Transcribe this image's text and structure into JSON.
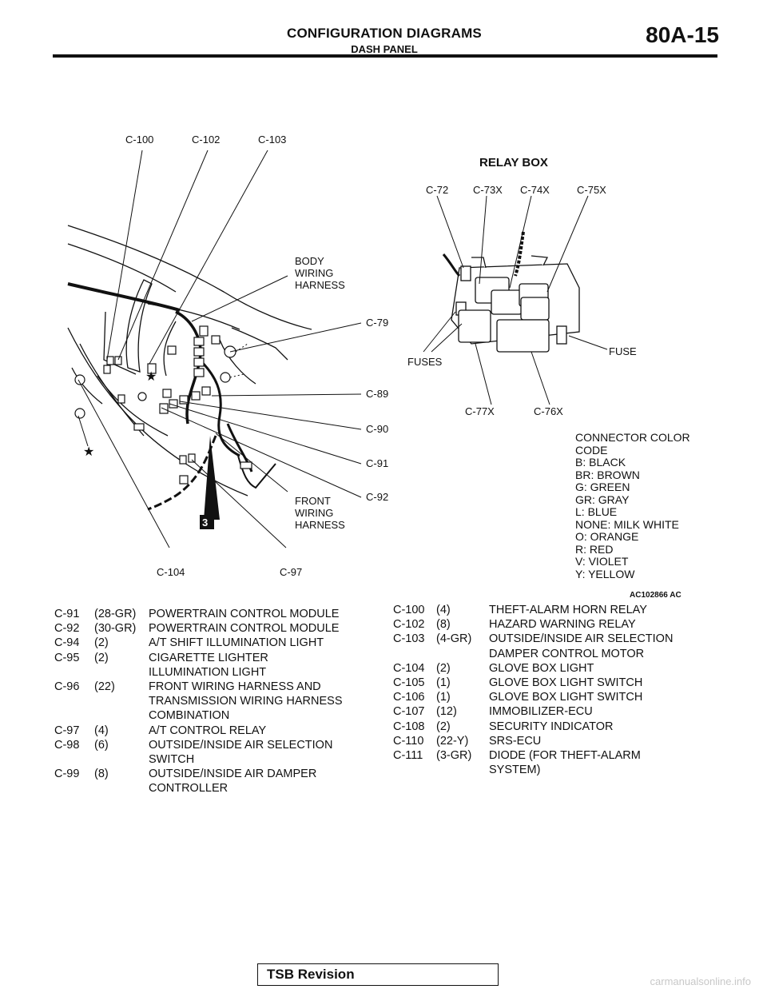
{
  "header": {
    "title": "CONFIGURATION DIAGRAMS",
    "subtitle": "DASH PANEL",
    "page_number": "80A-15"
  },
  "diagram": {
    "left_labels": {
      "c100": "C-100",
      "c102": "C-102",
      "c103": "C-103",
      "body_wiring_harness": [
        "BODY",
        "WIRING",
        "HARNESS"
      ],
      "c79": "C-79",
      "c89": "C-89",
      "c90": "C-90",
      "c91": "C-91",
      "c92": "C-92",
      "front_wiring_harness": [
        "FRONT",
        "WIRING",
        "HARNESS"
      ],
      "c104": "C-104",
      "c97": "C-97",
      "marker": "3"
    },
    "relay_box": {
      "title": "RELAY BOX",
      "c72": "C-72",
      "c73x": "C-73X",
      "c74x": "C-74X",
      "c75x": "C-75X",
      "fuses": "FUSES",
      "fuse": "FUSE",
      "c77x": "C-77X",
      "c76x": "C-76X"
    },
    "figure_id": "AC102866 AC"
  },
  "color_code": {
    "lines": [
      "CONNECTOR COLOR",
      "CODE",
      "B: BLACK",
      "BR: BROWN",
      "G: GREEN",
      "GR: GRAY",
      "L: BLUE",
      "NONE: MILK WHITE",
      "O: ORANGE",
      "R: RED",
      "V: VIOLET",
      "Y: YELLOW"
    ]
  },
  "connectors_left": [
    {
      "id": "C-91",
      "pins": "(28-GR)",
      "desc": [
        "POWERTRAIN CONTROL MODULE"
      ]
    },
    {
      "id": "C-92",
      "pins": "(30-GR)",
      "desc": [
        "POWERTRAIN CONTROL MODULE"
      ]
    },
    {
      "id": "C-94",
      "pins": "(2)",
      "desc": [
        "A/T SHIFT ILLUMINATION LIGHT"
      ]
    },
    {
      "id": "C-95",
      "pins": "(2)",
      "desc": [
        "CIGARETTE LIGHTER",
        "ILLUMINATION LIGHT"
      ]
    },
    {
      "id": "C-96",
      "pins": "(22)",
      "desc": [
        "FRONT WIRING HARNESS AND",
        "TRANSMISSION WIRING HARNESS",
        "COMBINATION"
      ]
    },
    {
      "id": "C-97",
      "pins": "(4)",
      "desc": [
        "A/T CONTROL RELAY"
      ]
    },
    {
      "id": "C-98",
      "pins": "(6)",
      "desc": [
        "OUTSIDE/INSIDE AIR SELECTION",
        "SWITCH"
      ]
    },
    {
      "id": "C-99",
      "pins": "(8)",
      "desc": [
        "OUTSIDE/INSIDE AIR DAMPER",
        "CONTROLLER"
      ]
    }
  ],
  "connectors_right": [
    {
      "id": "C-100",
      "pins": "(4)",
      "desc": [
        "THEFT-ALARM HORN RELAY"
      ]
    },
    {
      "id": "C-102",
      "pins": "(8)",
      "desc": [
        "HAZARD WARNING RELAY"
      ]
    },
    {
      "id": "C-103",
      "pins": "(4-GR)",
      "desc": [
        "OUTSIDE/INSIDE AIR SELECTION",
        "DAMPER CONTROL MOTOR"
      ]
    },
    {
      "id": "C-104",
      "pins": "(2)",
      "desc": [
        "GLOVE BOX LIGHT"
      ]
    },
    {
      "id": "C-105",
      "pins": "(1)",
      "desc": [
        "GLOVE BOX LIGHT SWITCH"
      ]
    },
    {
      "id": "C-106",
      "pins": "(1)",
      "desc": [
        "GLOVE BOX LIGHT SWITCH"
      ]
    },
    {
      "id": "C-107",
      "pins": "(12)",
      "desc": [
        "IMMOBILIZER-ECU"
      ]
    },
    {
      "id": "C-108",
      "pins": "(2)",
      "desc": [
        "SECURITY INDICATOR"
      ]
    },
    {
      "id": "C-110",
      "pins": "(22-Y)",
      "desc": [
        "SRS-ECU"
      ]
    },
    {
      "id": "C-111",
      "pins": "(3-GR)",
      "desc": [
        "DIODE (FOR THEFT-ALARM",
        "SYSTEM)"
      ]
    }
  ],
  "footer": {
    "label": "TSB Revision",
    "watermark": "carmanualsonline.info"
  }
}
